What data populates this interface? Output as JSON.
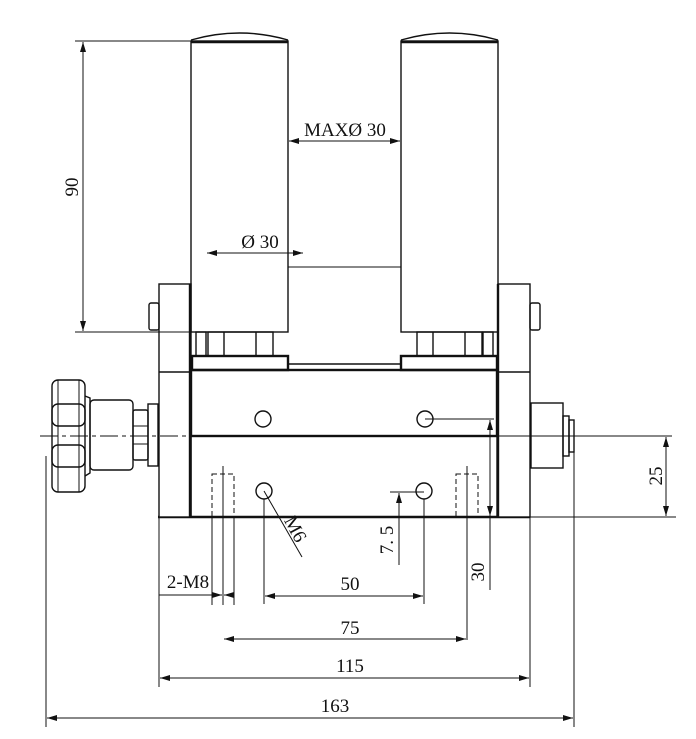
{
  "drawing": {
    "type": "mechanical-dimension-drawing",
    "line_color": "#111111",
    "background": "#ffffff",
    "components": [
      "two-rollers",
      "upper-block",
      "lower-base",
      "left-side-plate",
      "right-side-plate",
      "left-star-knob",
      "right-end-cap",
      "mounting-holes"
    ]
  },
  "dimensions": {
    "roller_height": "90",
    "max_gap": "MAXØ 30",
    "roller_diameter": "Ø 30",
    "center_height": "25",
    "hole_offset": "7. 5",
    "base_height": "30",
    "thread_m6": "M6",
    "thread_m8": "2-M8",
    "hole_spacing": "50",
    "m8_spacing": "75",
    "base_width": "115",
    "overall_width": "163"
  }
}
